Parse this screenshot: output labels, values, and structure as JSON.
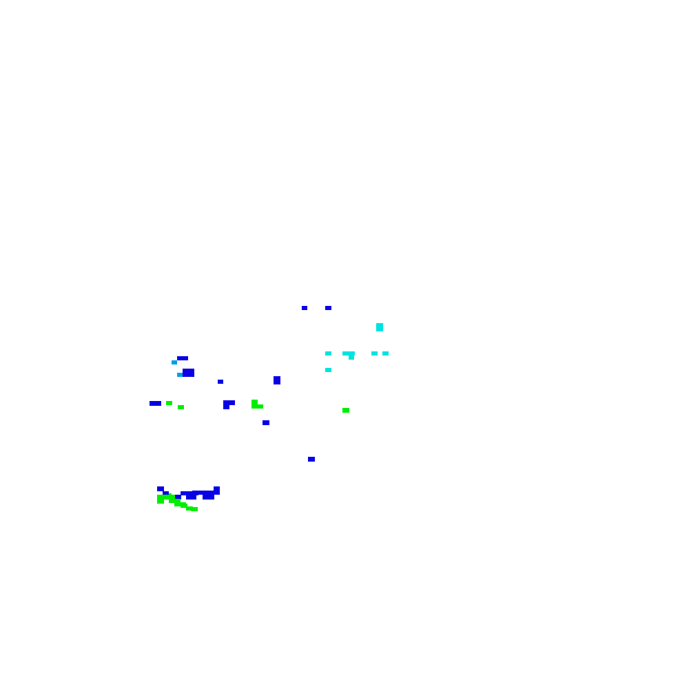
{
  "background_color": "#ffffff",
  "palette": {
    "blue": "#0a00e6",
    "cyan": "#00e3e3",
    "green": "#00ee00",
    "azure": "#00a0e6"
  },
  "segments": [
    {
      "id": "blue-1",
      "color": "blue"
    },
    {
      "id": "blue-2",
      "color": "blue"
    },
    {
      "id": "cyan-1",
      "color": "cyan"
    },
    {
      "id": "cyan-2",
      "color": "cyan"
    },
    {
      "id": "cyan-3",
      "color": "cyan"
    },
    {
      "id": "cyan-4",
      "color": "cyan"
    },
    {
      "id": "cyan-5",
      "color": "cyan"
    },
    {
      "id": "cyan-6",
      "color": "cyan"
    },
    {
      "id": "cyan-7",
      "color": "cyan"
    },
    {
      "id": "azure-1",
      "color": "azure"
    },
    {
      "id": "blue-3",
      "color": "blue"
    },
    {
      "id": "azure-2",
      "color": "azure"
    },
    {
      "id": "blue-4",
      "color": "blue"
    },
    {
      "id": "blue-5",
      "color": "blue"
    },
    {
      "id": "blue-6",
      "color": "blue"
    },
    {
      "id": "blue-7",
      "color": "blue"
    },
    {
      "id": "blue-8",
      "color": "blue"
    },
    {
      "id": "blue-9",
      "color": "blue"
    },
    {
      "id": "green-1",
      "color": "green"
    },
    {
      "id": "green-2",
      "color": "green"
    },
    {
      "id": "green-3",
      "color": "green"
    },
    {
      "id": "blue-10",
      "color": "blue"
    },
    {
      "id": "blue-11",
      "color": "blue"
    },
    {
      "id": "green-4",
      "color": "green"
    },
    {
      "id": "green-5",
      "color": "green"
    },
    {
      "id": "blue-12",
      "color": "blue"
    },
    {
      "id": "blue-13",
      "color": "blue"
    },
    {
      "id": "blue-14",
      "color": "blue"
    },
    {
      "id": "blue-15",
      "color": "blue"
    },
    {
      "id": "blue-16",
      "color": "blue"
    },
    {
      "id": "blue-17",
      "color": "blue"
    },
    {
      "id": "blue-18",
      "color": "blue"
    },
    {
      "id": "blue-19",
      "color": "blue"
    },
    {
      "id": "blue-20",
      "color": "blue"
    },
    {
      "id": "green-6",
      "color": "green"
    },
    {
      "id": "green-7",
      "color": "green"
    },
    {
      "id": "green-8",
      "color": "green"
    },
    {
      "id": "green-9",
      "color": "green"
    },
    {
      "id": "green-10",
      "color": "green"
    },
    {
      "id": "green-11",
      "color": "green"
    }
  ]
}
